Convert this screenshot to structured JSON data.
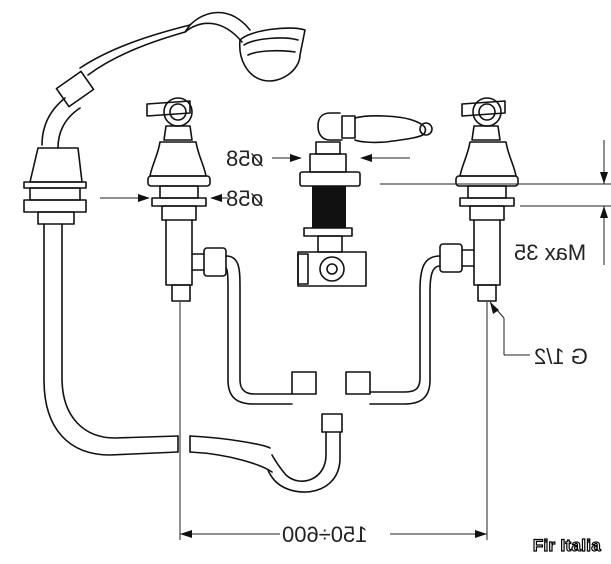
{
  "labels": {
    "diameter_center": "ø58",
    "diameter_left": "ø58",
    "max_depth": "Max 35",
    "thread": "G 1/2",
    "spacing": "150÷600"
  },
  "brand": "Fir Italia"
}
